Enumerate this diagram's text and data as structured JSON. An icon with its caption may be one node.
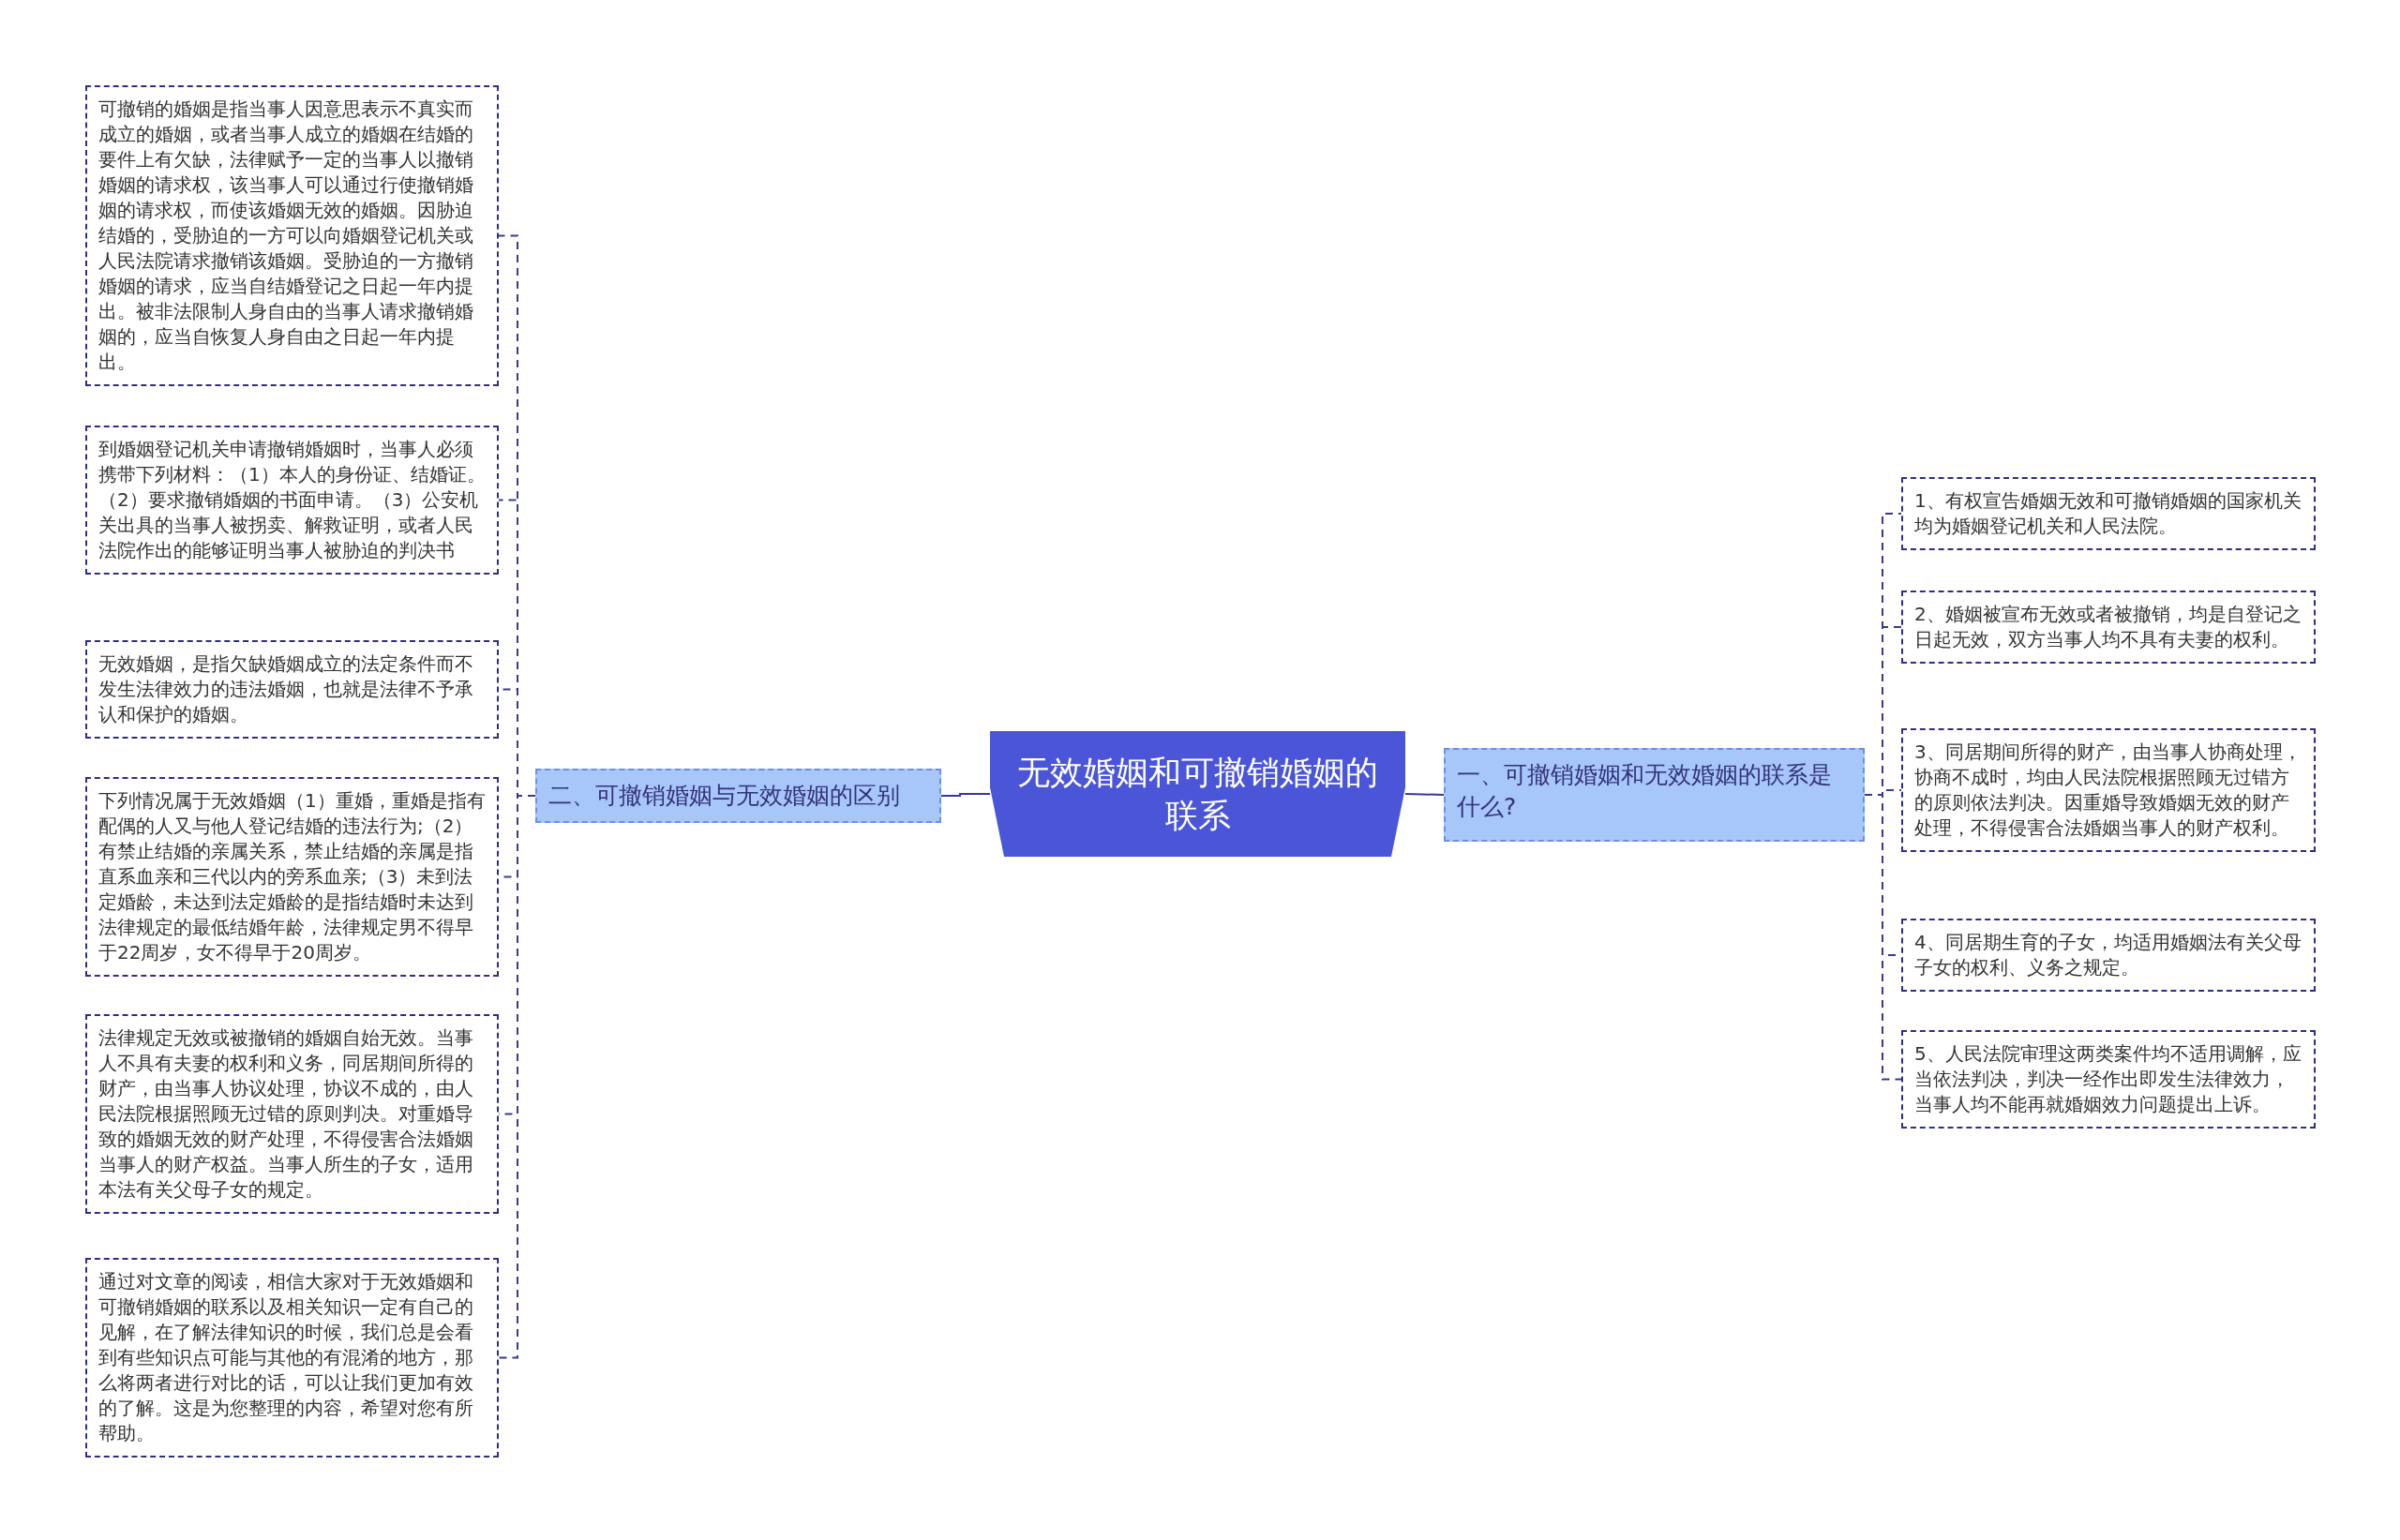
{
  "diagram": {
    "nodes": [
      {
        "text": [
          "无效婚姻和可撤销婚姻的联系"
        ]
      },
      {
        "text": [
          "一、可撤销婚姻和无效婚姻的联系是什么?"
        ]
      },
      {
        "text": [
          "1、有权宣告婚姻无效和可撤销婚姻的国家机关均为婚姻登记机关和人民法院。"
        ]
      },
      {
        "text": [
          "2、婚姻被宣布无效或者被撤销，均是自登记之日起无效，双方当事人均不具有夫妻的权利。"
        ]
      },
      {
        "text": [
          "3、同居期间所得的财产，由当事人协商处理，协商不成时，均由人民法院根据照顾无过错方的原则依法判决。因重婚导致婚姻无效的财产处理，不得侵害合法婚姻当事人的财产权利。"
        ]
      },
      {
        "text": [
          "4、同居期生育的子女，均适用婚姻法有关父母子女的权利、义务之规定。"
        ]
      },
      {
        "text": [
          "5、人民法院审理这两类案件均不适用调解，应当依法判决，判决一经作出即发生法律效力，当事人均不能再就婚姻效力问题提出上诉。"
        ]
      },
      {
        "text": [
          "二、可撤销婚姻与无效婚姻的区别"
        ]
      },
      {
        "text": [
          "可撤销的婚姻是指当事人因意思表示不真实而成立的婚姻，或者当事人成立的婚姻在结婚的要件上有欠缺，法律赋予一定的当事人以撤销婚姻的请求权，该当事人可以通过行使撤销婚姻的请求权，而使该婚姻无效的婚姻。因胁迫结婚的，受胁迫的一方可以向婚姻登记机关或人民法院请求撤销该婚姻。受胁迫的一方撤销婚姻的请求，应当自结婚登记之日起一年内提出。被非法限制人身自由的当事人请求撤销婚姻的，应当自恢复人身自由之日起一年内提出。"
        ]
      },
      {
        "text": [
          "到婚姻登记机关申请撤销婚姻时，当事人必须携带下列材料：（1）本人的身份证、结婚证。（2）要求撤销婚姻的书面申请。（3）公安机关出具的当事人被拐卖、解救证明，或者人民法院作出的能够证明当事人被胁迫的判决书"
        ]
      },
      {
        "text": [
          "无效婚姻，是指欠缺婚姻成立的法定条件而不发生法律效力的违法婚姻，也就是法律不予承认和保护的婚姻。"
        ]
      },
      {
        "text": [
          "下列情况属于无效婚姻（1）重婚，重婚是指有配偶的人又与他人登记结婚的违法行为;（2）有禁止结婚的亲属关系，禁止结婚的亲属是指直系血亲和三代以内的旁系血亲;（3）未到法定婚龄，未达到法定婚龄的是指结婚时未达到法律规定的最低结婚年龄，法律规定男不得早于22周岁，女不得早于20周岁。"
        ]
      },
      {
        "text": [
          "法律规定无效或被撤销的婚姻自始无效。当事人不具有夫妻的权利和义务，同居期间所得的财产，由当事人协议处理，协议不成的，由人民法院根据照顾无过错的原则判决。对重婚导致的婚姻无效的财产处理，不得侵害合法婚姻当事人的财产权益。当事人所生的子女，适用本法有关父母子女的规定。"
        ]
      },
      {
        "text": [
          "通过对文章的阅读，相信大家对于无效婚姻和可撤销婚姻的联系以及相关知识一定有自己的见解，在了解法律知识的时候，我们总是会看到有些知识点可能与其他的有混淆的地方，那么将两者进行对比的话，可以让我们更加有效的了解。这是为您整理的内容，希望对您有所帮助。"
        ]
      }
    ],
    "edges": [
      {
        "from": 0,
        "to": 1,
        "arrow": "none"
      },
      {
        "from": 1,
        "to": 2,
        "arrow": "none",
        "style": "dashed"
      },
      {
        "from": 1,
        "to": 3,
        "arrow": "none",
        "style": "dashed"
      },
      {
        "from": 1,
        "to": 4,
        "arrow": "none",
        "style": "dashed"
      },
      {
        "from": 1,
        "to": 5,
        "arrow": "none",
        "style": "dashed"
      },
      {
        "from": 1,
        "to": 6,
        "arrow": "none",
        "style": "dashed"
      },
      {
        "from": 0,
        "to": 7,
        "arrow": "none"
      },
      {
        "from": 7,
        "to": 8,
        "arrow": "none",
        "style": "dashed"
      },
      {
        "from": 7,
        "to": 9,
        "arrow": "none",
        "style": "dashed"
      },
      {
        "from": 7,
        "to": 10,
        "arrow": "none",
        "style": "dashed"
      },
      {
        "from": 7,
        "to": 11,
        "arrow": "none",
        "style": "dashed"
      },
      {
        "from": 7,
        "to": 12,
        "arrow": "none",
        "style": "dashed"
      },
      {
        "from": 7,
        "to": 13,
        "arrow": "none",
        "style": "dashed"
      }
    ]
  }
}
